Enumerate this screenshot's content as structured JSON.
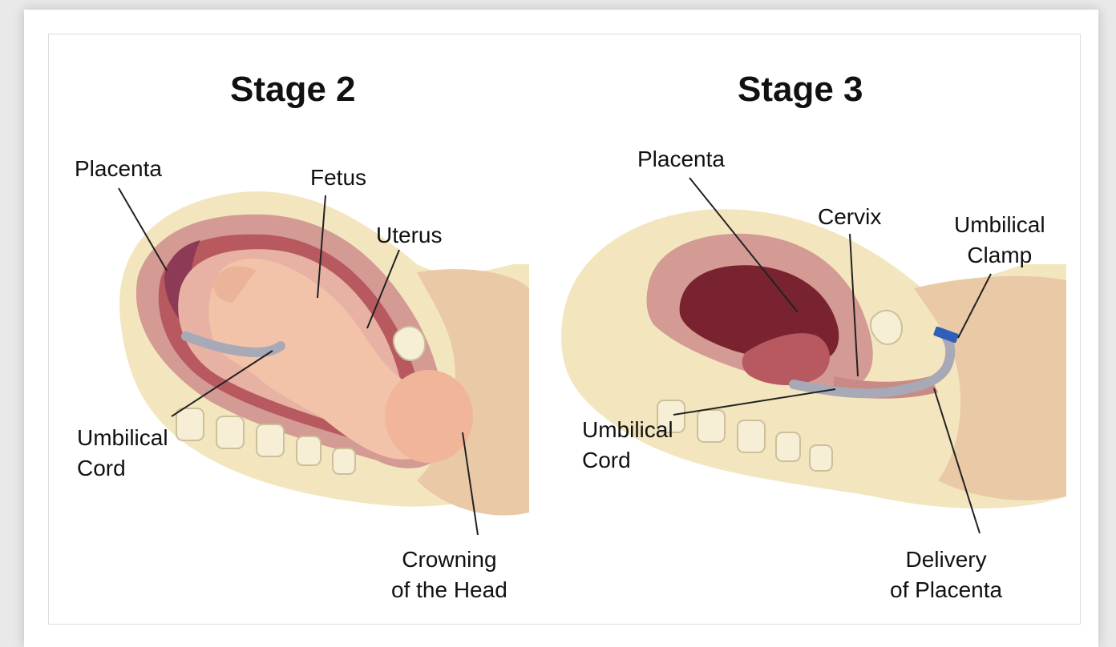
{
  "stage2": {
    "title": "Stage 2",
    "labels": {
      "placenta": "Placenta",
      "fetus": "Fetus",
      "uterus": "Uterus",
      "umbilical_cord": [
        "Umbilical",
        "Cord"
      ],
      "crowning": [
        "Crowning",
        "of the Head"
      ]
    }
  },
  "stage3": {
    "title": "Stage 3",
    "labels": {
      "placenta": "Placenta",
      "cervix": "Cervix",
      "umbilical_clamp": [
        "Umbilical",
        "Clamp"
      ],
      "umbilical_cord": [
        "Umbilical",
        "Cord"
      ],
      "delivery": [
        "Delivery",
        "of Placenta"
      ]
    }
  },
  "colors": {
    "skin_light": "#f3e6bf",
    "skin_mid": "#e9c9a6",
    "uterus_wall": "#d49a94",
    "uterus_inner": "#b8595f",
    "cavity_dark": "#7a2330",
    "fetus_skin": "#f2c3a8",
    "cord_gray": "#a7a9b6",
    "clamp_blue": "#2f5fb8"
  }
}
